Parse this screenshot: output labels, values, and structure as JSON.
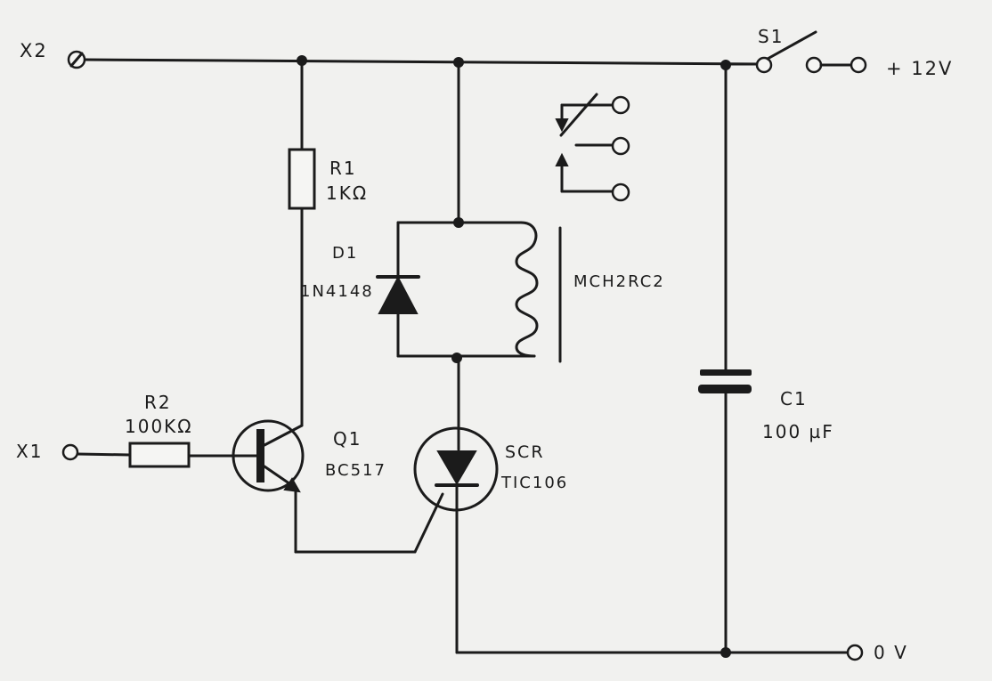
{
  "terminals": {
    "x2": "X2",
    "x1": "X1",
    "supply": "+ 12V",
    "ground": "0 V"
  },
  "components": {
    "s1": {
      "ref": "S1"
    },
    "r1": {
      "ref": "R1",
      "value": "1KΩ"
    },
    "r2": {
      "ref": "R2",
      "value": "100KΩ"
    },
    "d1": {
      "ref": "D1",
      "value": "1N4148"
    },
    "relay": {
      "value": "MCH2RC2"
    },
    "q1": {
      "ref": "Q1",
      "value": "BC517"
    },
    "scr": {
      "ref": "SCR",
      "value": "TIC106"
    },
    "c1": {
      "ref": "C1",
      "value": "100 µF"
    }
  }
}
